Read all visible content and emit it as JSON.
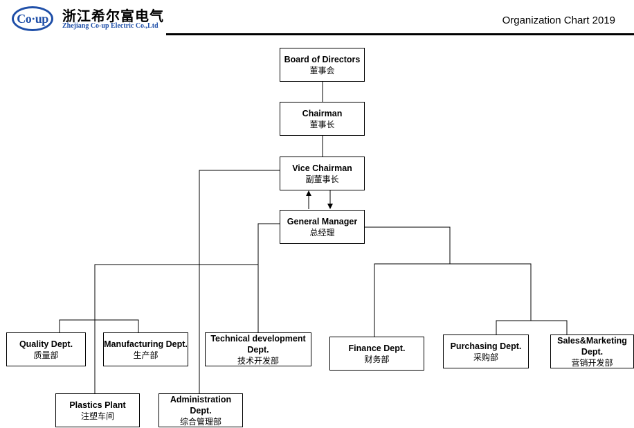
{
  "header": {
    "logo_mark": "Co·up",
    "company_cn": "浙江希尔富电气",
    "company_en": "Zhejiang Co-up Electric Co.,Ltd",
    "chart_title": "Organization Chart 2019"
  },
  "nodes": {
    "board": {
      "en": "Board of Directors",
      "cn": "董事会"
    },
    "chairman": {
      "en": "Chairman",
      "cn": "董事长"
    },
    "vice_chairman": {
      "en": "Vice Chairman",
      "cn": "副董事长"
    },
    "general_manager": {
      "en": "General Manager",
      "cn": "总经理"
    },
    "quality": {
      "en": "Quality Dept.",
      "cn": "质量部"
    },
    "manufacturing": {
      "en": "Manufacturing Dept.",
      "cn": "生产部"
    },
    "technical": {
      "en": "Technical development Dept.",
      "cn": "技术开发部"
    },
    "plastics": {
      "en": "Plastics Plant",
      "cn": "注塑车间"
    },
    "administration": {
      "en": "Administration Dept.",
      "cn": "综合管理部"
    },
    "finance": {
      "en": "Finance Dept.",
      "cn": "财务部"
    },
    "purchasing": {
      "en": "Purchasing Dept.",
      "cn": "采购部"
    },
    "sales": {
      "en": "Sales&Marketing Dept.",
      "cn": "营销开发部"
    }
  }
}
